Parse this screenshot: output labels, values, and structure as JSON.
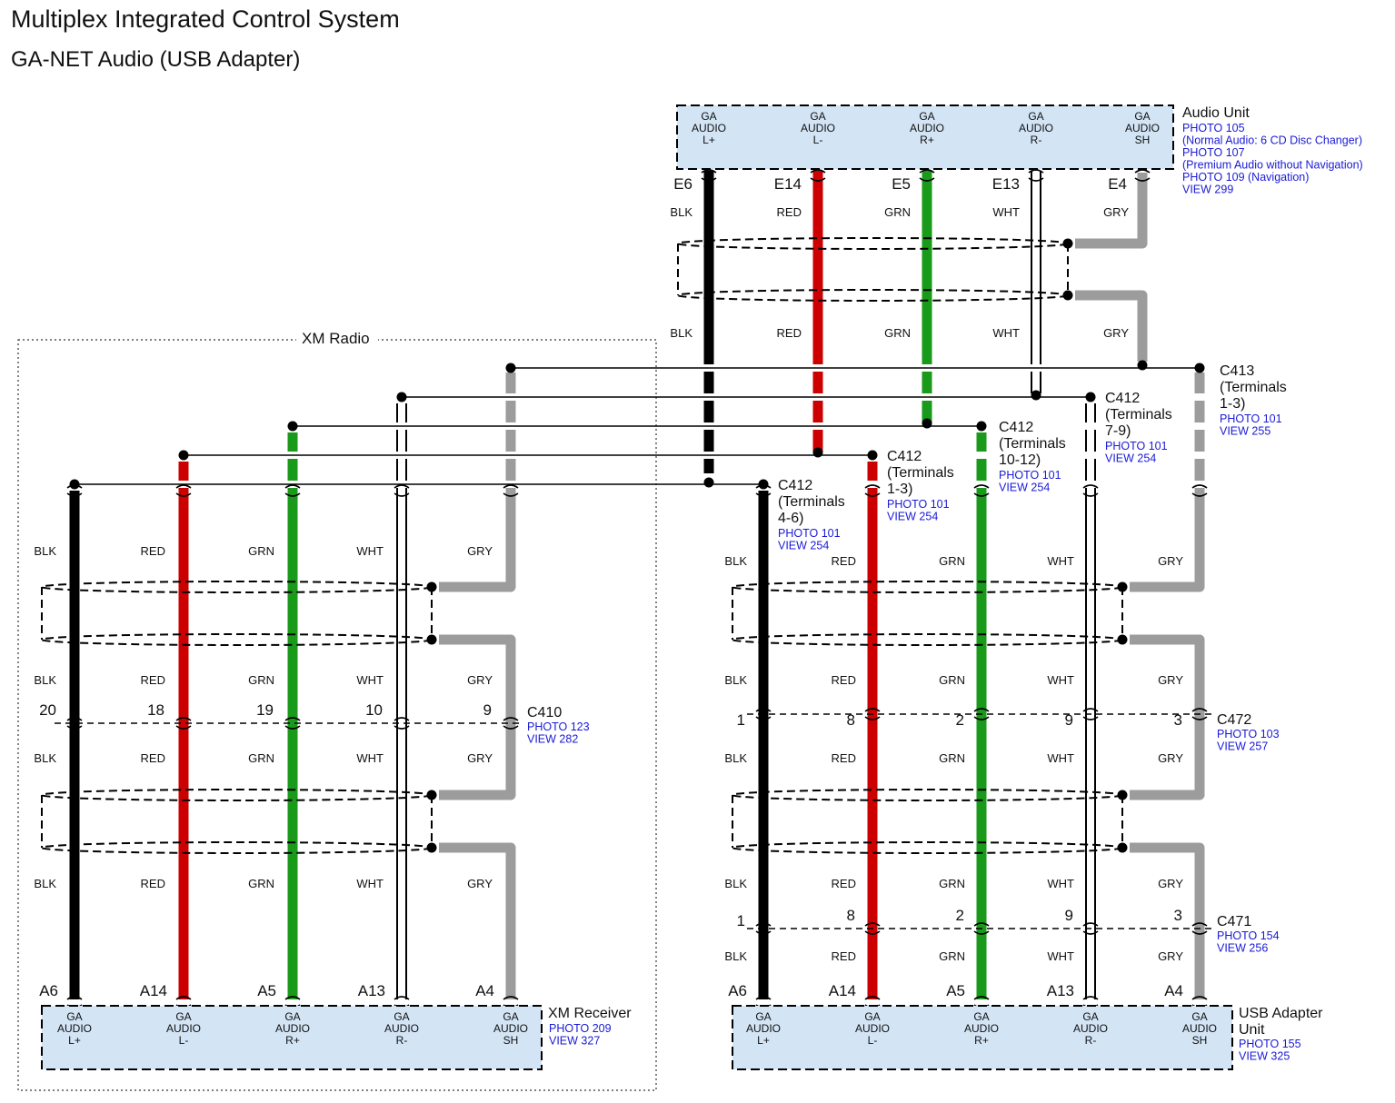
{
  "title": "Multiplex Integrated Control System",
  "subtitle": "GA-NET Audio (USB Adapter)",
  "region": {
    "label": "XM Radio"
  },
  "wire_colors": {
    "BLK": "#000000",
    "RED": "#cc0000",
    "GRN": "#1a9a1a",
    "WHT": "#ffffff",
    "GRY": "#9c9c9c"
  },
  "box_fill": "#d3e4f5",
  "terminal_lines": [
    [
      "GA",
      "AUDIO",
      "L+"
    ],
    [
      "GA",
      "AUDIO",
      "L-"
    ],
    [
      "GA",
      "AUDIO",
      "R+"
    ],
    [
      "GA",
      "AUDIO",
      "R-"
    ],
    [
      "GA",
      "AUDIO",
      "SH"
    ]
  ],
  "audio_unit": {
    "name": "Audio Unit",
    "refs": [
      "PHOTO 105",
      "(Normal Audio: 6 CD Disc Changer)",
      "PHOTO 107",
      "(Premium Audio without Navigation)",
      "PHOTO 109 (Navigation)",
      "VIEW 299"
    ],
    "pins": [
      "E6",
      "E14",
      "E5",
      "E13",
      "E4"
    ]
  },
  "audio_wires": [
    {
      "color": "BLK"
    },
    {
      "color": "RED"
    },
    {
      "color": "GRN"
    },
    {
      "color": "WHT"
    },
    {
      "color": "GRY"
    }
  ],
  "xm_receiver": {
    "name": "XM Receiver",
    "refs": [
      "PHOTO 209",
      "VIEW 327"
    ],
    "pins": [
      "A6",
      "A14",
      "A5",
      "A13",
      "A4"
    ]
  },
  "usb_adapter": {
    "name": [
      "USB Adapter",
      "Unit"
    ],
    "refs": [
      "PHOTO 155",
      "VIEW 325"
    ],
    "pins": [
      "A6",
      "A14",
      "A5",
      "A13",
      "A4"
    ]
  },
  "splices": [
    {
      "name": [
        "C413",
        "(Terminals",
        "1-3)"
      ],
      "refs": [
        "PHOTO 101",
        "VIEW 255"
      ]
    },
    {
      "name": [
        "C412",
        "(Terminals",
        "7-9)"
      ],
      "refs": [
        "PHOTO 101",
        "VIEW 254"
      ]
    },
    {
      "name": [
        "C412",
        "(Terminals",
        "10-12)"
      ],
      "refs": [
        "PHOTO 101",
        "VIEW 254"
      ]
    },
    {
      "name": [
        "C412",
        "(Terminals",
        "1-3)"
      ],
      "refs": [
        "PHOTO 101",
        "VIEW 254"
      ]
    },
    {
      "name": [
        "C412",
        "(Terminals",
        "4-6)"
      ],
      "refs": [
        "PHOTO 101",
        "VIEW 254"
      ]
    }
  ],
  "connectors": {
    "c410": {
      "name": "C410",
      "refs": [
        "PHOTO 123",
        "VIEW 282"
      ],
      "pins": [
        "20",
        "18",
        "19",
        "10",
        "9"
      ]
    },
    "c472": {
      "name": "C472",
      "refs": [
        "PHOTO 103",
        "VIEW 257"
      ],
      "pins": [
        "1",
        "8",
        "2",
        "9",
        "3"
      ]
    },
    "c471": {
      "name": "C471",
      "refs": [
        "PHOTO 154",
        "VIEW 256"
      ],
      "pins": [
        "1",
        "8",
        "2",
        "9",
        "3"
      ]
    }
  }
}
